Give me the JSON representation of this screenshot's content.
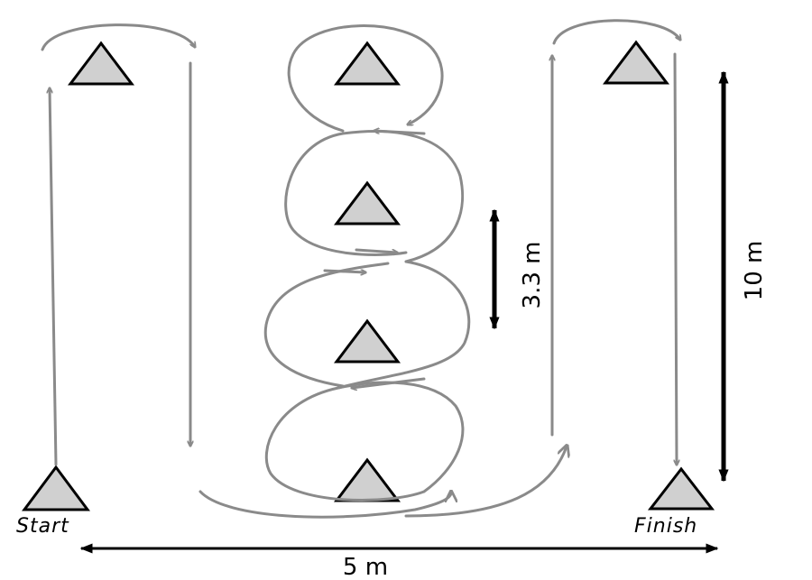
{
  "labels": {
    "start": "Start",
    "finish": "Finish",
    "width_dimension": "5 m",
    "length_dimension": "10 m",
    "spacing_dimension": "3.3 m"
  },
  "colors": {
    "path": "#8a8a8a",
    "cone_fill": "#d0d0d0",
    "cone_stroke": "#000000",
    "dimension": "#000000"
  }
}
